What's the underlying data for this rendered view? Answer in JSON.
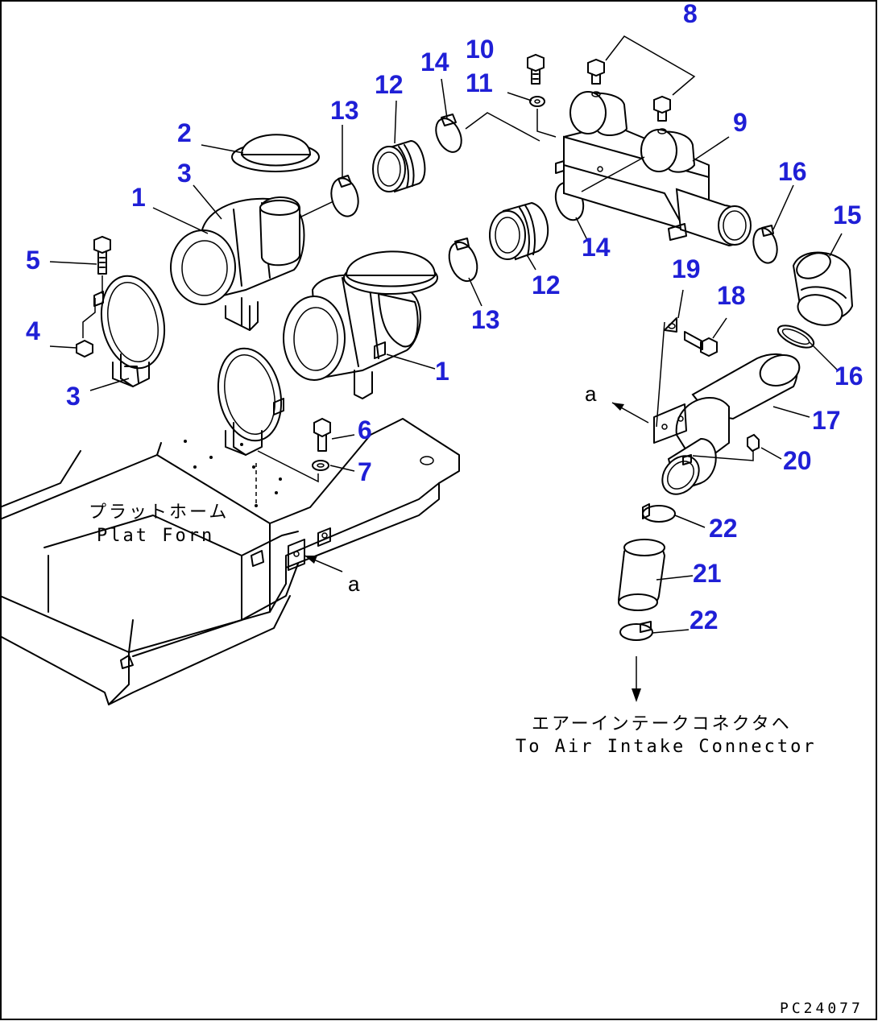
{
  "colors": {
    "callout": "#1f1fd6",
    "line": "#000000",
    "background": "#ffffff"
  },
  "callouts": [
    {
      "id": "c8",
      "label": "8"
    },
    {
      "id": "c10",
      "label": "10"
    },
    {
      "id": "c14a",
      "label": "14"
    },
    {
      "id": "c12a",
      "label": "12"
    },
    {
      "id": "c11",
      "label": "11"
    },
    {
      "id": "c13a",
      "label": "13"
    },
    {
      "id": "c2",
      "label": "2"
    },
    {
      "id": "c9",
      "label": "9"
    },
    {
      "id": "c3a",
      "label": "3"
    },
    {
      "id": "c16a",
      "label": "16"
    },
    {
      "id": "c1a",
      "label": "1"
    },
    {
      "id": "c15",
      "label": "15"
    },
    {
      "id": "c14b",
      "label": "14"
    },
    {
      "id": "c5",
      "label": "5"
    },
    {
      "id": "c12b",
      "label": "12"
    },
    {
      "id": "c19",
      "label": "19"
    },
    {
      "id": "c18",
      "label": "18"
    },
    {
      "id": "c13b",
      "label": "13"
    },
    {
      "id": "c4",
      "label": "4"
    },
    {
      "id": "c1b",
      "label": "1"
    },
    {
      "id": "c16b",
      "label": "16"
    },
    {
      "id": "c3b",
      "label": "3"
    },
    {
      "id": "c17",
      "label": "17"
    },
    {
      "id": "c6",
      "label": "6"
    },
    {
      "id": "c20",
      "label": "20"
    },
    {
      "id": "c7",
      "label": "7"
    },
    {
      "id": "c22a",
      "label": "22"
    },
    {
      "id": "c21",
      "label": "21"
    },
    {
      "id": "c22b",
      "label": "22"
    }
  ],
  "annotations": {
    "platform_jp": "プラットホーム",
    "platform_en": "Plat Forn",
    "marker_a_upper": "a",
    "marker_a_lower": "a",
    "intake_jp": "エアーインテークコネクタヘ",
    "intake_en": "To Air Intake Connector",
    "drawing_code": "PC24077"
  }
}
